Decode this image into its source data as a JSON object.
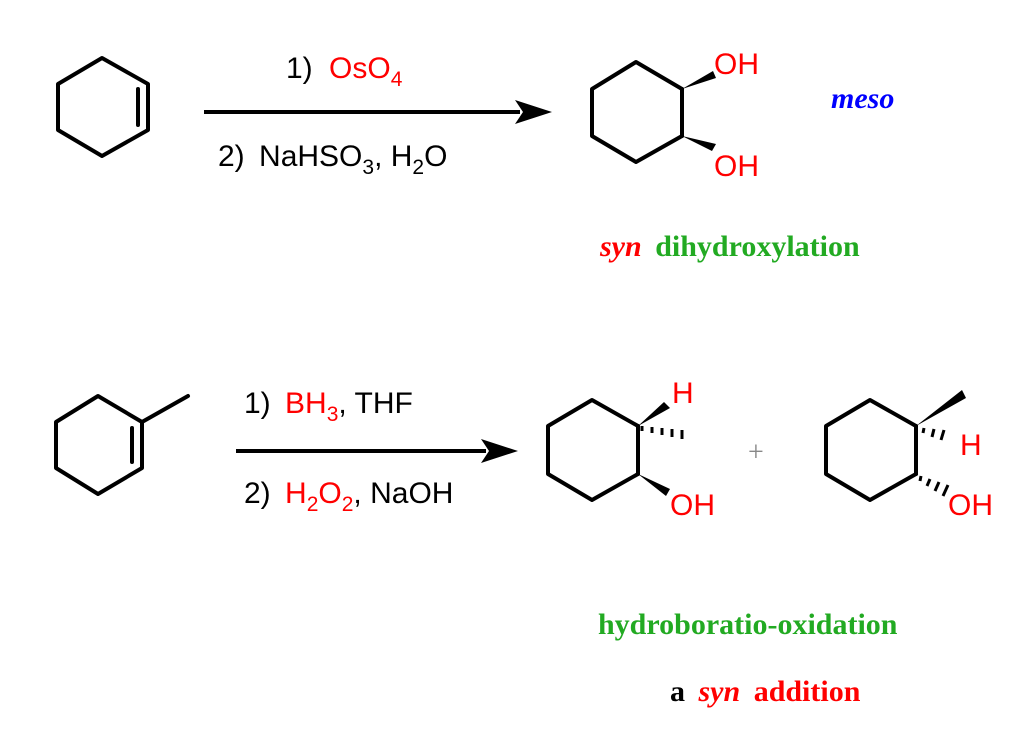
{
  "colors": {
    "reagent_red": "#ff0000",
    "atom_red": "#ff0000",
    "label_blue": "#0000ff",
    "label_green": "#22aa22",
    "text_black": "#000000"
  },
  "reaction1": {
    "step1_num": "1)",
    "step1_reagent": "OsO",
    "step1_reagent_sub": "4",
    "step2_num": "2)",
    "step2_a": "NaHSO",
    "step2_a_sub": "3",
    "step2_b": ", H",
    "step2_b_sub": "2",
    "step2_c": "O",
    "product_oh_top": "OH",
    "product_oh_bottom": "OH",
    "stereo_label": "meso",
    "name_syn": "syn",
    "name_rest": "dihydroxylation"
  },
  "reaction2": {
    "step1_num": "1)",
    "step1_reagent": "BH",
    "step1_reagent_sub": "3",
    "step1_rest": ", THF",
    "step2_num": "2)",
    "step2_h": "H",
    "step2_h_sub": "2",
    "step2_o": "O",
    "step2_o_sub": "2",
    "step2_rest": ", NaOH",
    "product1_h": "H",
    "product1_oh": "OH",
    "plus": "+",
    "product2_h": "H",
    "product2_oh": "OH",
    "name": "hydroboratio-oxidation",
    "note_a": "a",
    "note_syn": "syn",
    "note_rest": "addition"
  }
}
